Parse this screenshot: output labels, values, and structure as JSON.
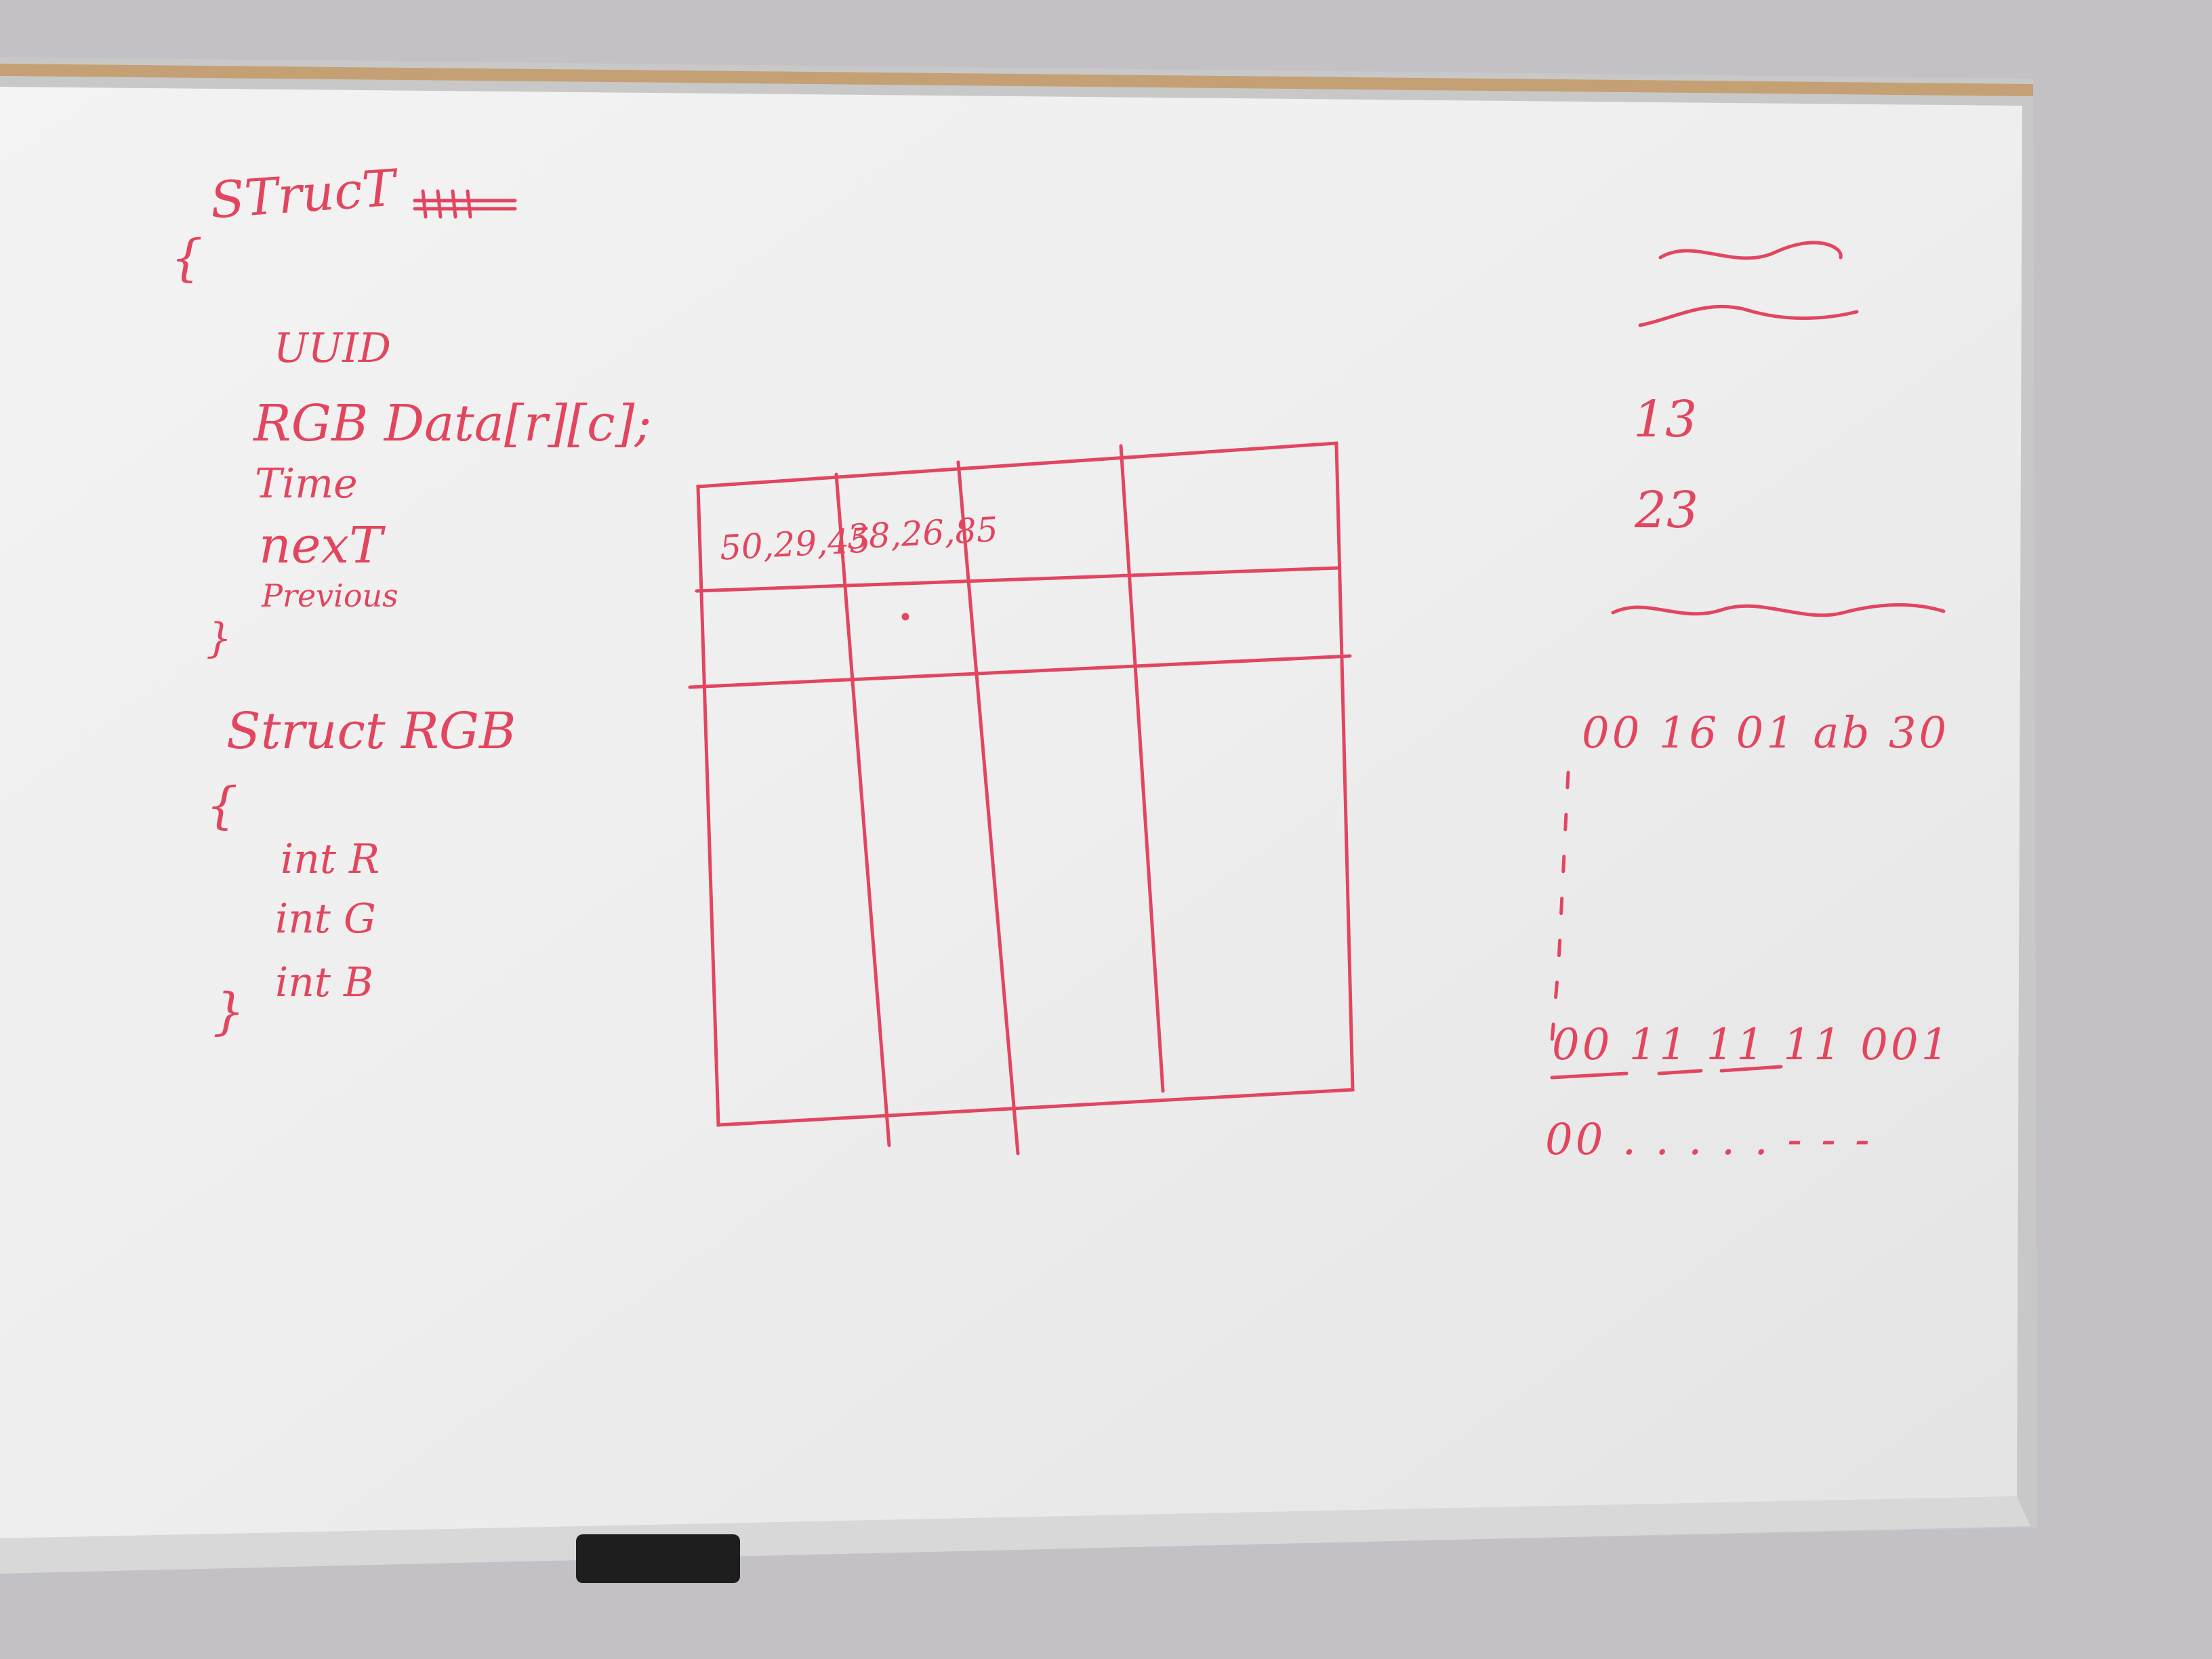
{
  "whiteboard": {
    "colors": {
      "board": "#f1f1f1",
      "frame": "#c8c8c8",
      "cork": "#c4a074",
      "marker": "#e2465f",
      "eraser": "#1e1e1e",
      "wall": "#c3c1c5"
    },
    "struct1": {
      "header": "STrucT",
      "open_brace": "{",
      "fields": [
        "UUID",
        "RGB Data[r][c];",
        "Time",
        "nexT",
        "Previous"
      ],
      "close_brace": "}"
    },
    "struct2": {
      "header": "Struct RGB",
      "open_brace": "{",
      "fields": [
        "int R",
        "int G",
        "int B"
      ],
      "close_brace": "}"
    },
    "grid_table": {
      "columns": 4,
      "rows": 3,
      "cells": [
        "50,29,45",
        "38,26,85"
      ]
    },
    "right_notes": {
      "numbers": [
        "13",
        "23"
      ],
      "bytes_top": "00 16 01 ab 30",
      "bytes_bottom": "00 11 11 11 001",
      "bytes_end": "00 . . . . .   - - -"
    }
  }
}
